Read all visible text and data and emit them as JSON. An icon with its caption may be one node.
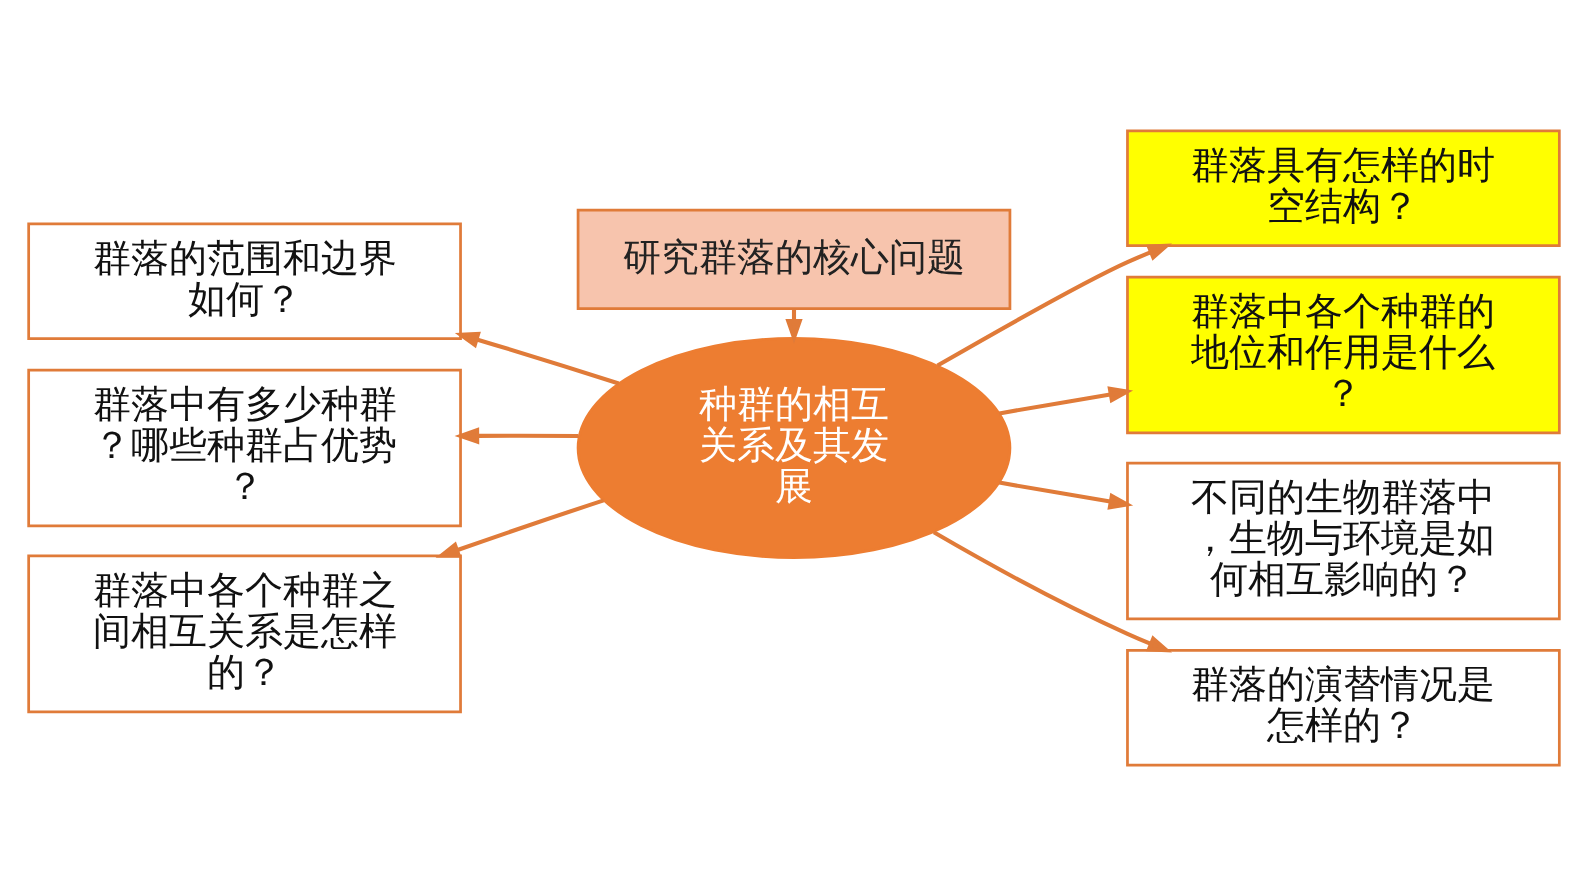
{
  "diagram": {
    "nodes": [
      {
        "text": [
          "研究群落的核心问题"
        ]
      },
      {
        "text": [
          "种群的相互关系及其发展"
        ]
      },
      {
        "text": [
          "群落的范围和边界如何？"
        ]
      },
      {
        "text": [
          "群落中有多少种群？哪些种群占优势？"
        ]
      },
      {
        "text": [
          "群落中各个种群之间相互关系是怎样的？"
        ]
      },
      {
        "text": [
          "群落具有怎样的时空结构？"
        ]
      },
      {
        "text": [
          "群落中各个种群的地位和作用是什么？"
        ]
      },
      {
        "text": [
          "不同的生物群落中，生物与环境是如何相互影响的？"
        ]
      },
      {
        "text": [
          "群落的演替情况是怎样的？"
        ]
      }
    ],
    "edges": [
      {
        "from": 0,
        "to": 1,
        "arrow": "to"
      },
      {
        "from": 1,
        "to": 2,
        "arrow": "to"
      },
      {
        "from": 1,
        "to": 3,
        "arrow": "to"
      },
      {
        "from": 1,
        "to": 4,
        "arrow": "to"
      },
      {
        "from": 1,
        "to": 5,
        "arrow": "to"
      },
      {
        "from": 1,
        "to": 6,
        "arrow": "to"
      },
      {
        "from": 1,
        "to": 7,
        "arrow": "to"
      },
      {
        "from": 1,
        "to": 8,
        "arrow": "to"
      }
    ]
  }
}
